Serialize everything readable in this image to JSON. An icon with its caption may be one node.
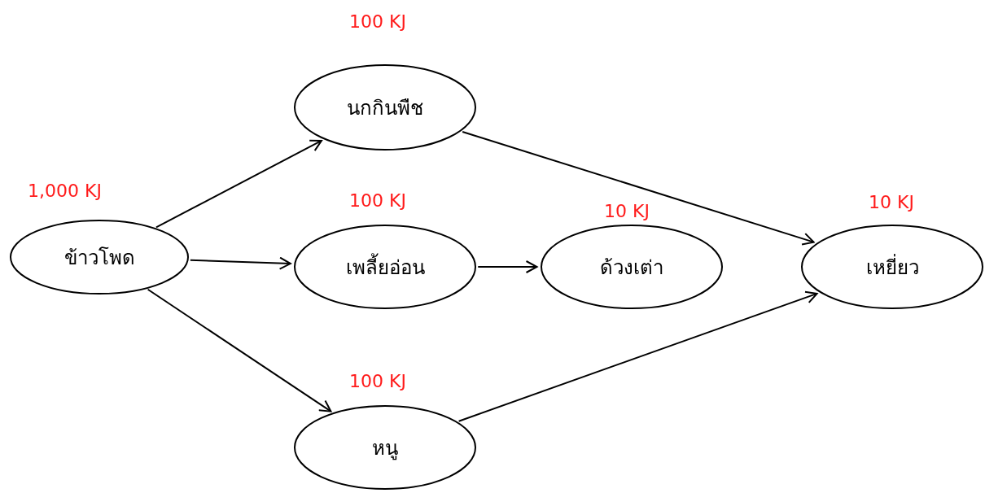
{
  "diagram": {
    "nodes": [
      {
        "text": [
          "ข้าวโพด"
        ],
        "beside": [
          "1,000 KJ"
        ]
      },
      {
        "text": [
          "นกกินพืช"
        ],
        "beside": [
          "100 KJ"
        ]
      },
      {
        "text": [
          "เพลี้ยอ่อน"
        ],
        "beside": [
          "100 KJ"
        ]
      },
      {
        "text": [
          "หนู"
        ],
        "beside": [
          "100 KJ"
        ]
      },
      {
        "text": [
          "ด้วงเต่า"
        ],
        "beside": [
          "10 KJ"
        ]
      },
      {
        "text": [
          "เหยี่ยว"
        ],
        "beside": [
          "10 KJ"
        ]
      }
    ],
    "edges": [
      {
        "from": 0,
        "to": 1,
        "arrow": "to"
      },
      {
        "from": 0,
        "to": 2,
        "arrow": "to"
      },
      {
        "from": 0,
        "to": 3,
        "arrow": "to"
      },
      {
        "from": 1,
        "to": 5,
        "arrow": "to"
      },
      {
        "from": 2,
        "to": 4,
        "arrow": "to"
      },
      {
        "from": 3,
        "to": 5,
        "arrow": "to"
      }
    ]
  }
}
